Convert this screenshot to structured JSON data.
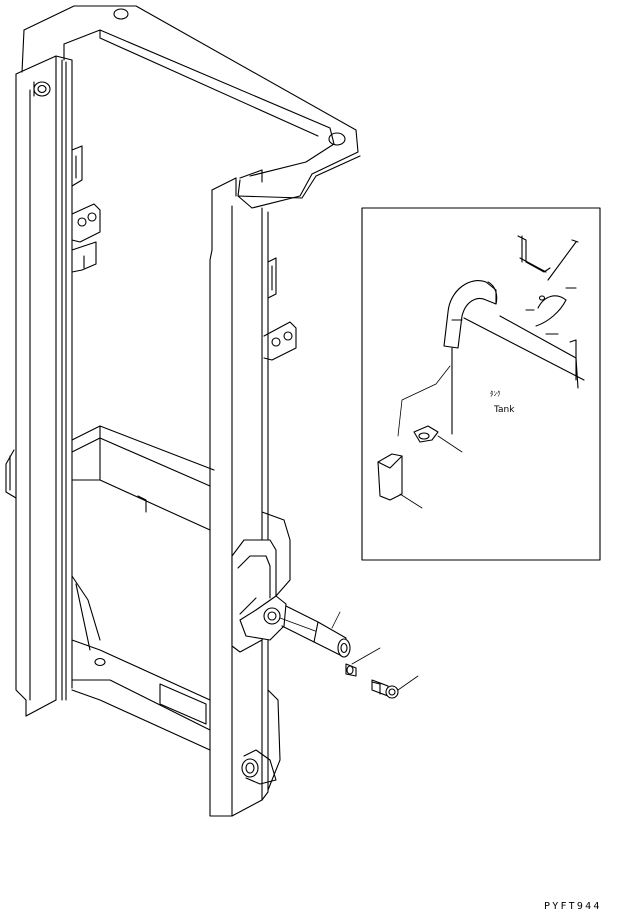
{
  "diagram": {
    "detail_label_jp": "ﾀﾝｸ",
    "detail_label_en": "Tank",
    "drawing_code": "PYFT944"
  },
  "colors": {
    "line": "#000000",
    "background": "#ffffff"
  }
}
